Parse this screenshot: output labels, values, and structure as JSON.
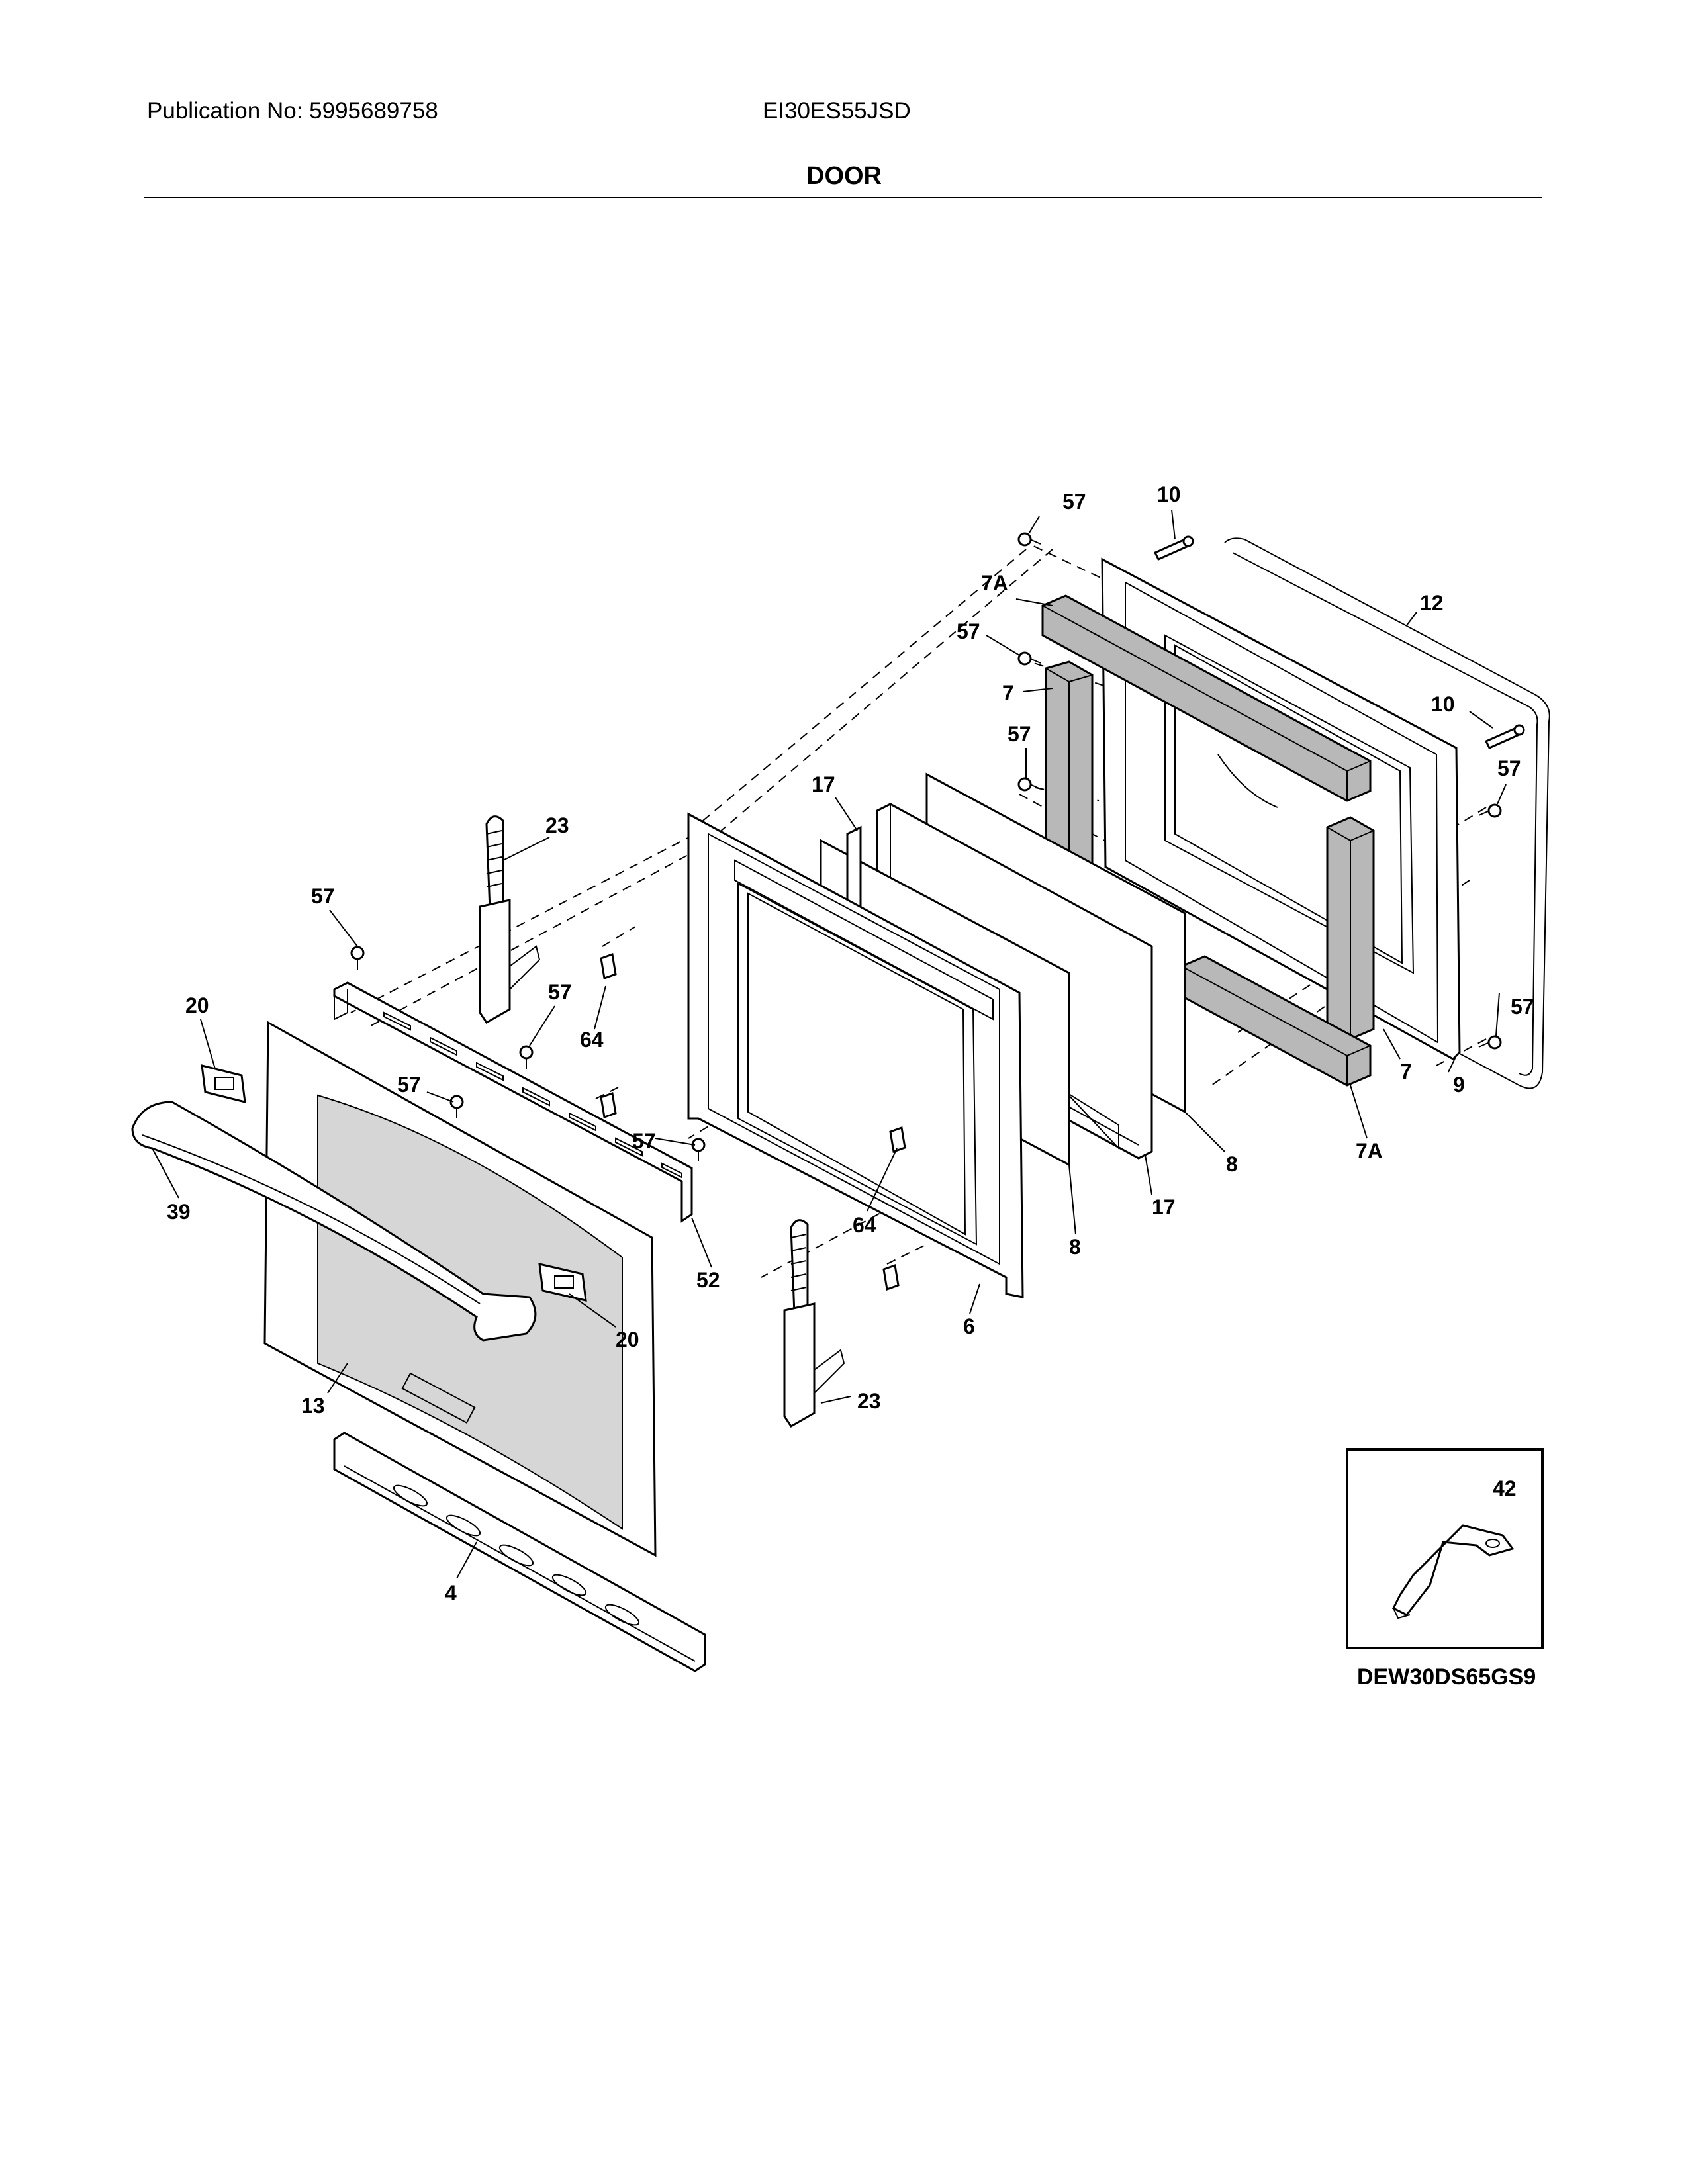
{
  "header": {
    "publication": "Publication No: 5995689758",
    "model": "EI30ES55JSD",
    "section_title": "DOOR"
  },
  "callouts": {
    "c57a": "57",
    "c10a": "10",
    "c7Aa": "7A",
    "c12": "12",
    "c57b": "57",
    "c7a": "7",
    "c10b": "10",
    "c57c": "57",
    "c57d": "57",
    "c17a": "17",
    "c23a": "23",
    "c57e": "57",
    "c57f": "57",
    "c64a": "64",
    "c20a": "20",
    "c57g": "57",
    "c57h": "57",
    "c57i": "57",
    "c7b": "7",
    "c9": "9",
    "c7Ab": "7A",
    "c8a": "8",
    "c17b": "17",
    "c8b": "8",
    "c39": "39",
    "c52": "52",
    "c64b": "64",
    "c6": "6",
    "c20b": "20",
    "c13": "13",
    "c23b": "23",
    "c4": "4",
    "c42": "42"
  },
  "inset": {
    "caption": "DEW30DS65GS9"
  }
}
